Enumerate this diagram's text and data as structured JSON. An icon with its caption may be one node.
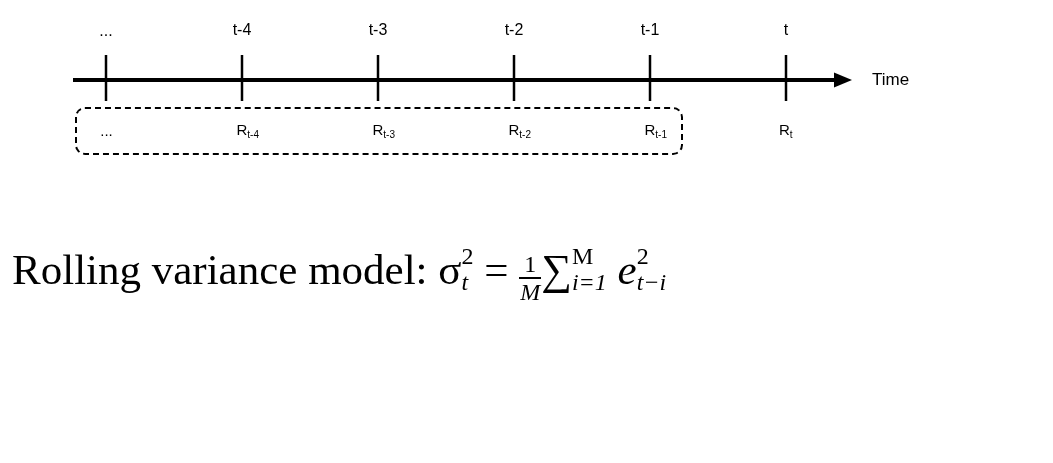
{
  "diagram": {
    "nodes": [
      {
        "text": [
          "...",
          "R$_{t-4}$",
          "R$_{t-3}$",
          "R$_{t-2}$",
          "R$_{t-1}$"
        ]
      }
    ],
    "labels": [
      "...",
      "t-4",
      "t-3",
      "t-2",
      "t-1",
      "t",
      "Time",
      "R$_{t}$",
      "Rolling variance model: σ$_{t}$$^{2}$ = $^{1}$$_{M}$∑$^{M}$$_{i=1}$ *e*$_{t−i}$$^{2}$"
    ]
  }
}
